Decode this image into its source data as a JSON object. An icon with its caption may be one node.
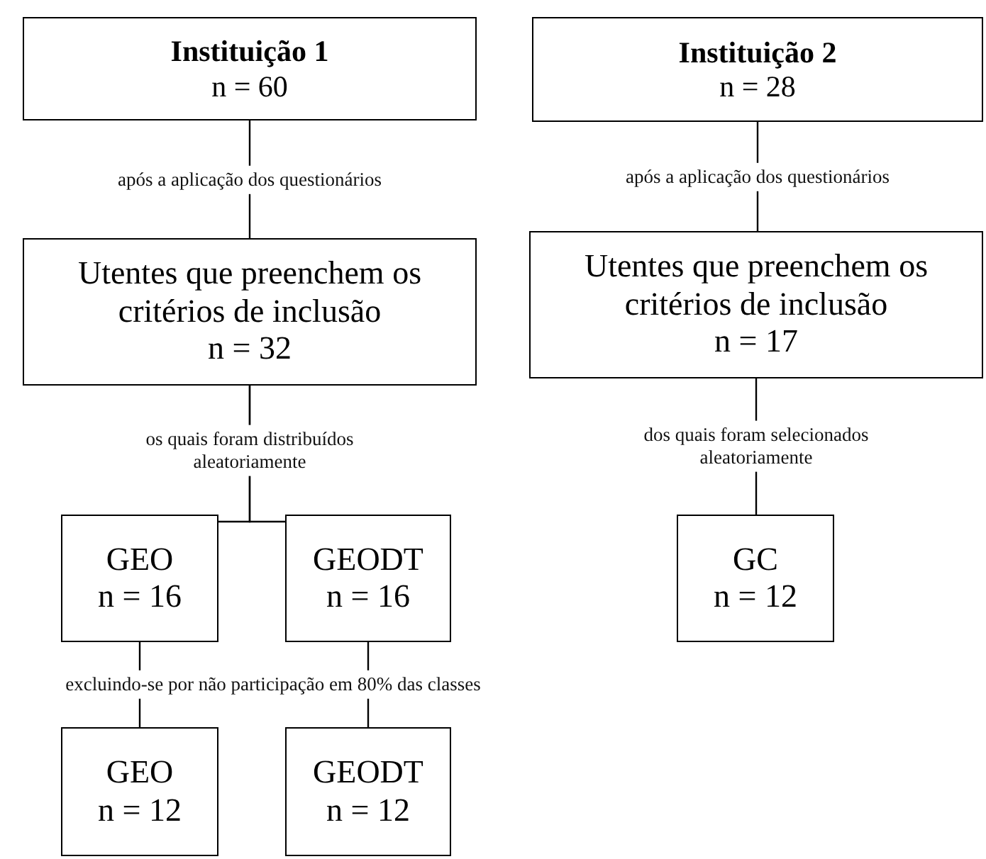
{
  "diagram": {
    "nodes": [
      {
        "text": [
          "Instituição 1",
          "n = 60"
        ]
      },
      {
        "text": [
          "Instituição 2",
          "n = 28"
        ]
      },
      {
        "text": [
          "Utentes que preenchem os critérios de inclusão",
          "n = 32"
        ]
      },
      {
        "text": [
          "Utentes que preenchem os critérios de inclusão",
          "n = 17"
        ]
      },
      {
        "text": [
          "GEO",
          "n = 16"
        ]
      },
      {
        "text": [
          "GEODT",
          "n = 16"
        ]
      },
      {
        "text": [
          "GC",
          "n = 12"
        ]
      },
      {
        "text": [
          "GEO",
          "n = 12"
        ]
      },
      {
        "text": [
          "GEODT",
          "n = 12"
        ]
      }
    ],
    "edges": [
      {
        "from": 0,
        "to": 2,
        "arrow": "none",
        "label": "após a aplicação dos questionários"
      },
      {
        "from": 1,
        "to": 3,
        "arrow": "none",
        "label": "após a aplicação dos questionários"
      },
      {
        "from": 2,
        "to": 4,
        "arrow": "none",
        "label": "os quais foram distribuídos aleatoriamente"
      },
      {
        "from": 2,
        "to": 5,
        "arrow": "none"
      },
      {
        "from": 3,
        "to": 6,
        "arrow": "none",
        "label": "dos quais foram selecionados aleatoriamente"
      },
      {
        "from": 4,
        "to": 7,
        "arrow": "none",
        "label": "excluindo-se por não participação em 80% das classes"
      },
      {
        "from": 5,
        "to": 8,
        "arrow": "none"
      }
    ]
  }
}
